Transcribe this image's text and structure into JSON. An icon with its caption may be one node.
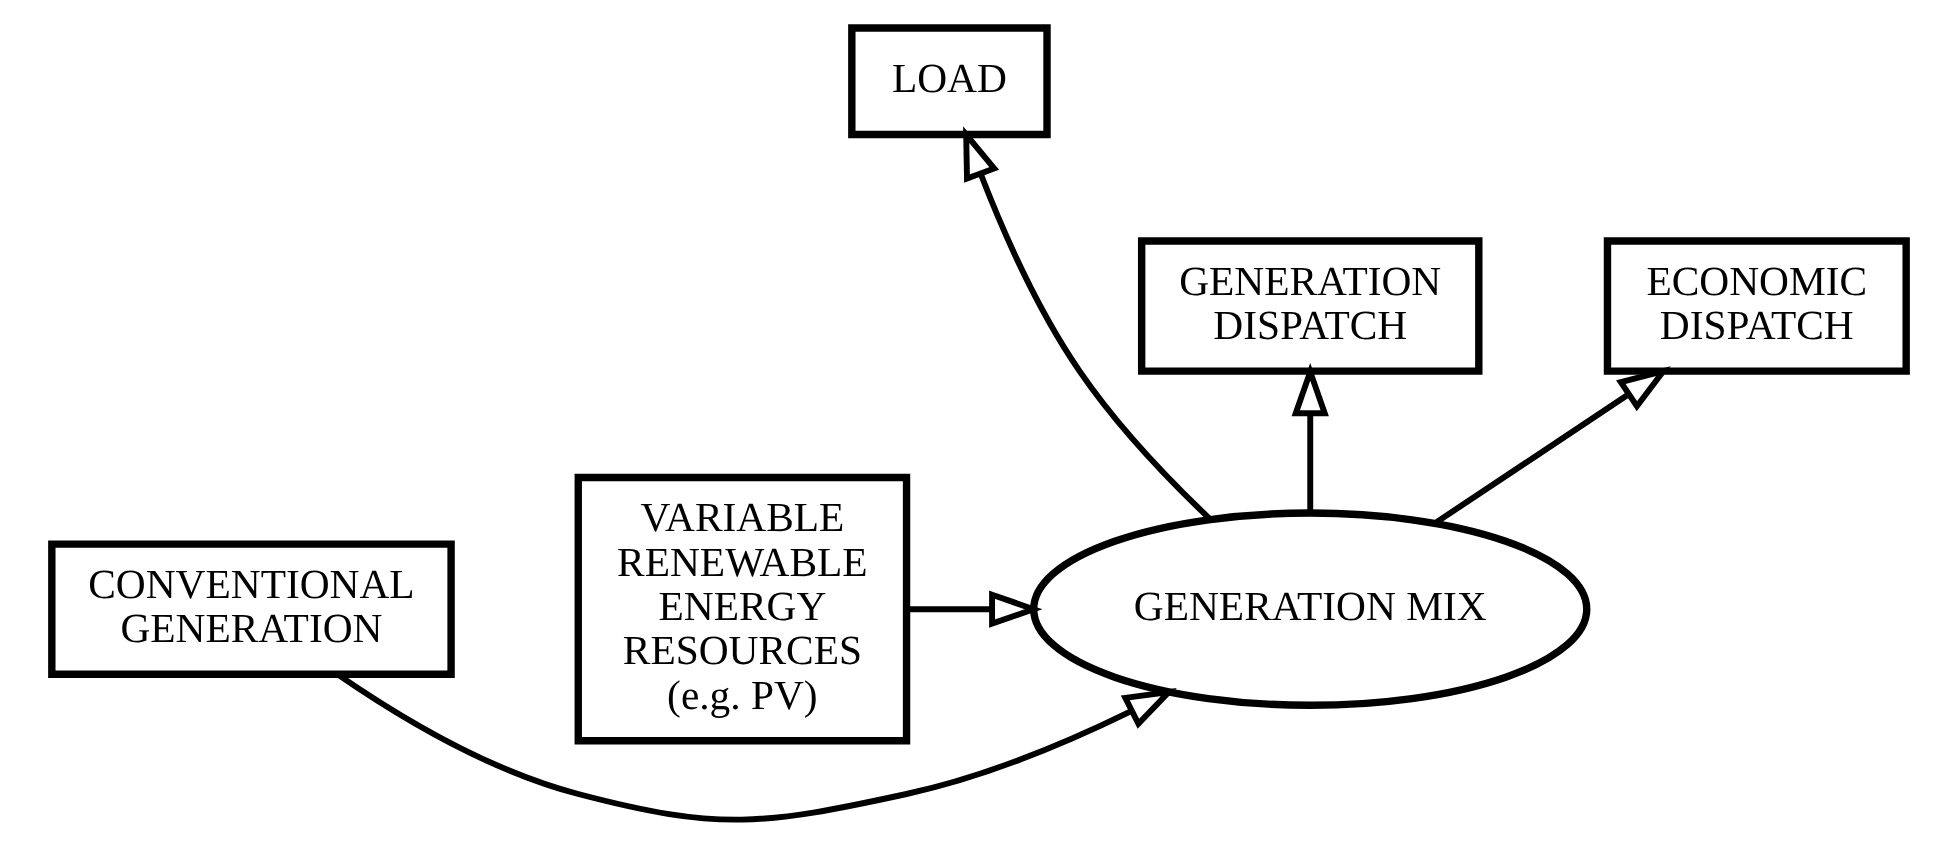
{
  "diagram": {
    "nodes": [
      {
        "text": [
          "LOAD"
        ]
      },
      {
        "text": [
          "GENERATION DISPATCH"
        ]
      },
      {
        "text": [
          "ECONOMIC DISPATCH"
        ]
      },
      {
        "text": [
          "CONVENTIONAL GENERATION"
        ]
      },
      {
        "text": [
          "GENERATION MIX"
        ]
      },
      {
        "text": [
          "VARIABLE RENEWABLE ENERGY RESOURCES (e.g. PV)"
        ]
      }
    ],
    "edges": [
      {
        "from": 4,
        "to": 0,
        "arrow": "to"
      },
      {
        "from": 4,
        "to": 1,
        "arrow": "to"
      },
      {
        "from": 4,
        "to": 2,
        "arrow": "to"
      },
      {
        "from": 3,
        "to": 4,
        "arrow": "to"
      },
      {
        "from": 5,
        "to": 4,
        "arrow": "to"
      }
    ]
  }
}
